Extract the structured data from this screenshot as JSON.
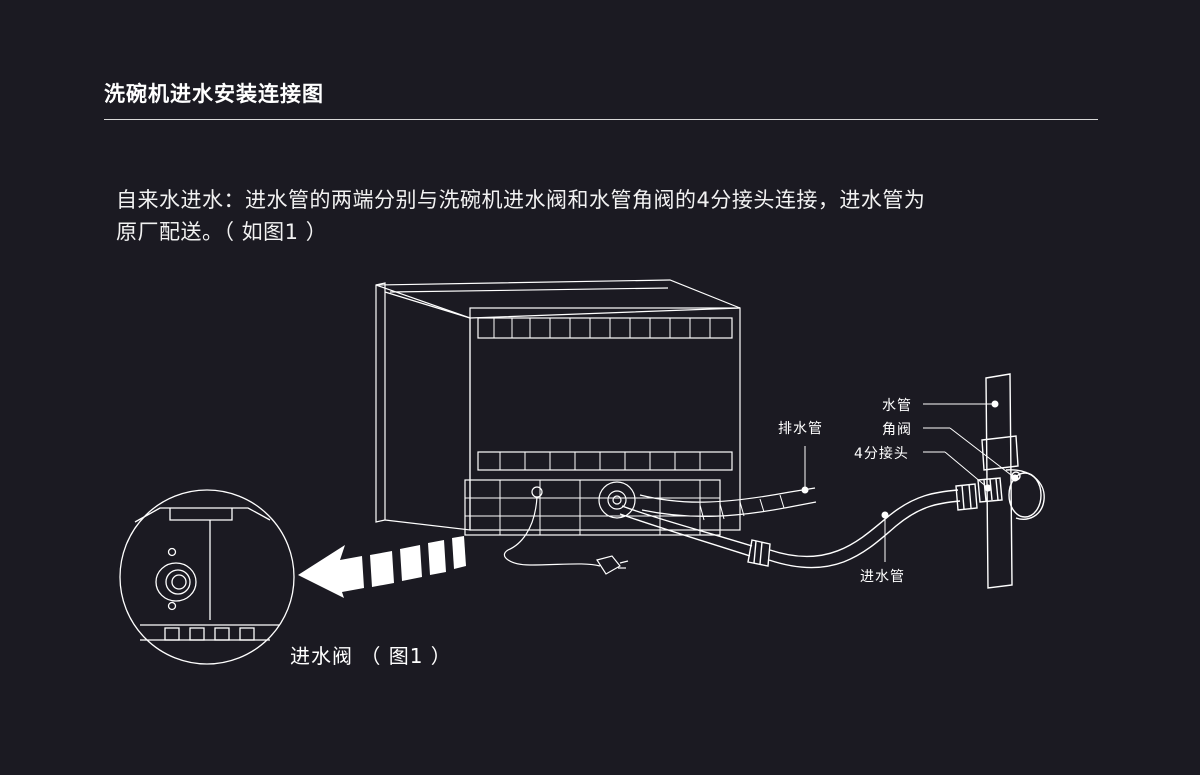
{
  "header": {
    "title": "洗碗机进水安装连接图"
  },
  "intro": {
    "line1": "自来水进水：进水管的两端分别与洗碗机进水阀和水管角阀的4分接头连接，进水管为",
    "line2": "原厂配送。（ 如图1 ）"
  },
  "labels": {
    "water_pipe": "水管",
    "angle_valve": "角阀",
    "connector": "4分接头",
    "drain_hose": "排水管",
    "inlet_hose": "进水管"
  },
  "caption": "进水阀 （ 图1 ）",
  "colors": {
    "background": "#1b1a22",
    "line": "#ffffff",
    "arrow": "#ffffff"
  }
}
